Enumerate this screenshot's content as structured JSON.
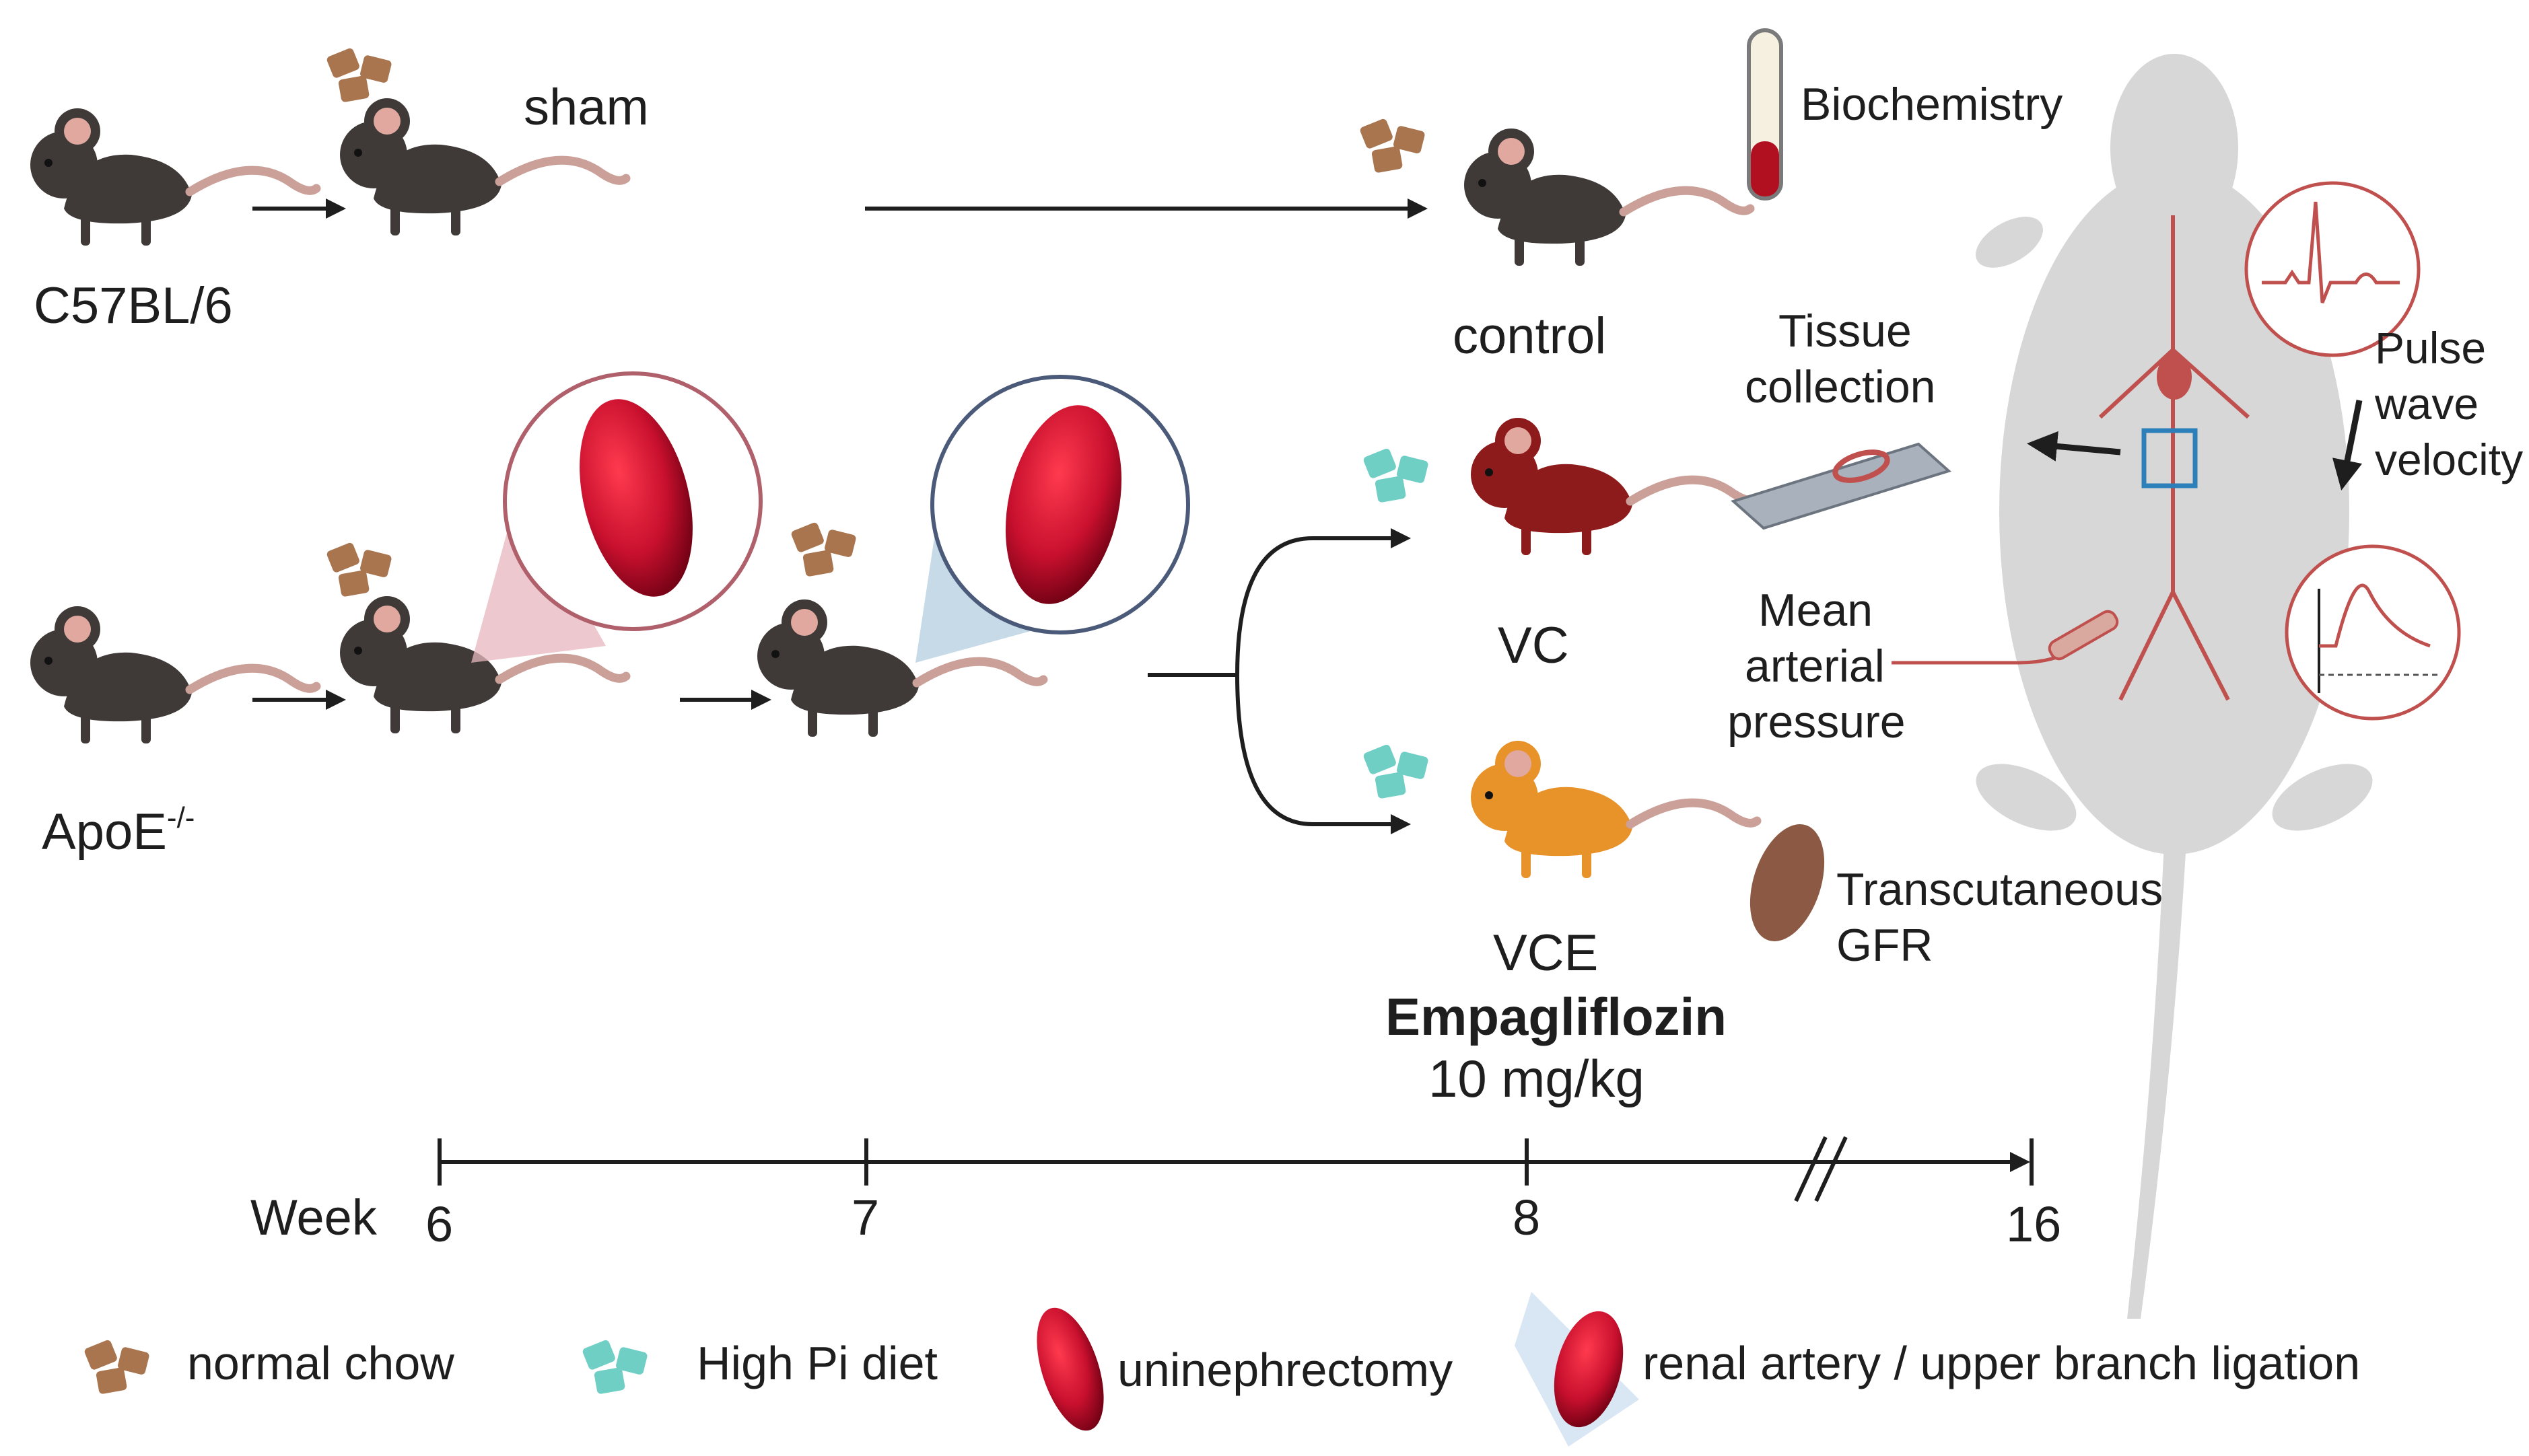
{
  "groups": {
    "c57": "C57BL/6",
    "sham": "sham",
    "control": "control",
    "apoe": "ApoE",
    "apoe_sup": "-/-",
    "vc": "VC",
    "vce": "VCE"
  },
  "treatment": {
    "drug": "Empagliflozin",
    "dose": "10 mg/kg"
  },
  "measurements": {
    "biochemistry": "Biochemistry",
    "tissue_line1": "Tissue",
    "tissue_line2": "collection",
    "pwv_line1": "Pulse",
    "pwv_line2": "wave",
    "pwv_line3": "velocity",
    "map_line1": "Mean",
    "map_line2": "arterial",
    "map_line3": "pressure",
    "gfr_line1": "Transcutaneous",
    "gfr_line2": "GFR"
  },
  "timeline": {
    "label": "Week",
    "ticks": [
      "6",
      "7",
      "8",
      "16"
    ]
  },
  "legend": {
    "normal_chow": "normal chow",
    "high_pi": "High Pi diet",
    "uninephrectomy": "uninephrectomy",
    "ligation": "renal artery / upper branch ligation"
  },
  "colors": {
    "mouse_dark": "#3f3a37",
    "mouse_vc": "#8e1b1b",
    "mouse_vce": "#e8922a",
    "chow": "#a9754f",
    "high_pi": "#6fcfc4",
    "kidney": "#c8102e",
    "artery": "#c0504d"
  }
}
